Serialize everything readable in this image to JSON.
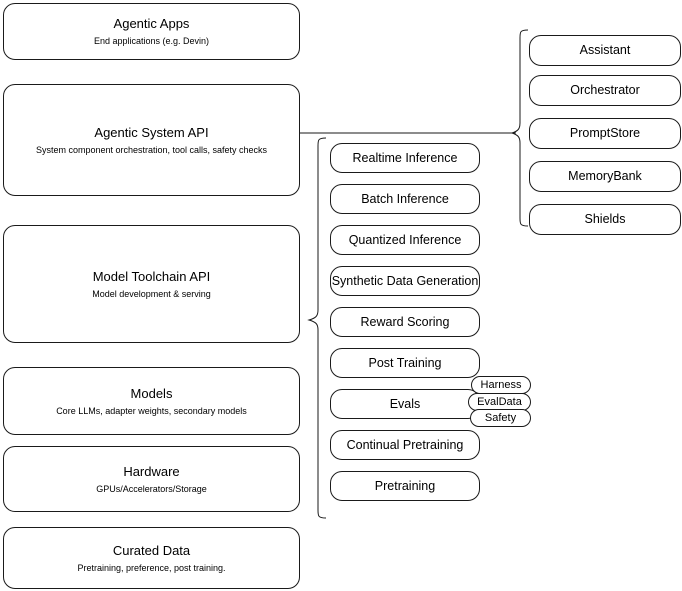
{
  "diagram": {
    "title": "AI stack layered architecture diagram",
    "stroke_color": "#1a1a1a",
    "background_color": "#ffffff"
  },
  "stack_layers": [
    {
      "name": "agentic-apps",
      "title": "Agentic Apps",
      "subtitle": "End applications (e.g. Devin)"
    },
    {
      "name": "agentic-system-api",
      "title": "Agentic System API",
      "subtitle": "System component orchestration, tool calls, safety checks"
    },
    {
      "name": "model-toolchain-api",
      "title": "Model Toolchain API",
      "subtitle": "Model development & serving"
    },
    {
      "name": "models",
      "title": "Models",
      "subtitle": "Core LLMs, adapter weights, secondary models"
    },
    {
      "name": "hardware",
      "title": "Hardware",
      "subtitle": "GPUs/Accelerators/Storage"
    },
    {
      "name": "curated-data",
      "title": "Curated Data",
      "subtitle": "Pretraining, preference, post training."
    }
  ],
  "toolchain_components": [
    {
      "name": "realtime-inference",
      "label": "Realtime Inference"
    },
    {
      "name": "batch-inference",
      "label": "Batch Inference"
    },
    {
      "name": "quantized-inference",
      "label": "Quantized Inference"
    },
    {
      "name": "synthetic-data-generation",
      "label": "Synthetic Data Generation"
    },
    {
      "name": "reward-scoring",
      "label": "Reward Scoring"
    },
    {
      "name": "post-training",
      "label": "Post Training"
    },
    {
      "name": "evals",
      "label": "Evals"
    },
    {
      "name": "continual-pretraining",
      "label": "Continual Pretraining"
    },
    {
      "name": "pretraining",
      "label": "Pretraining"
    }
  ],
  "agentic_components": [
    {
      "name": "assistant",
      "label": "Assistant"
    },
    {
      "name": "orchestrator",
      "label": "Orchestrator"
    },
    {
      "name": "promptstore",
      "label": "PromptStore"
    },
    {
      "name": "memorybank",
      "label": "MemoryBank"
    },
    {
      "name": "shields",
      "label": "Shields"
    }
  ],
  "evals_badges": [
    {
      "name": "harness",
      "label": "Harness"
    },
    {
      "name": "evaldata",
      "label": "EvalData"
    },
    {
      "name": "safety",
      "label": "Safety"
    }
  ]
}
